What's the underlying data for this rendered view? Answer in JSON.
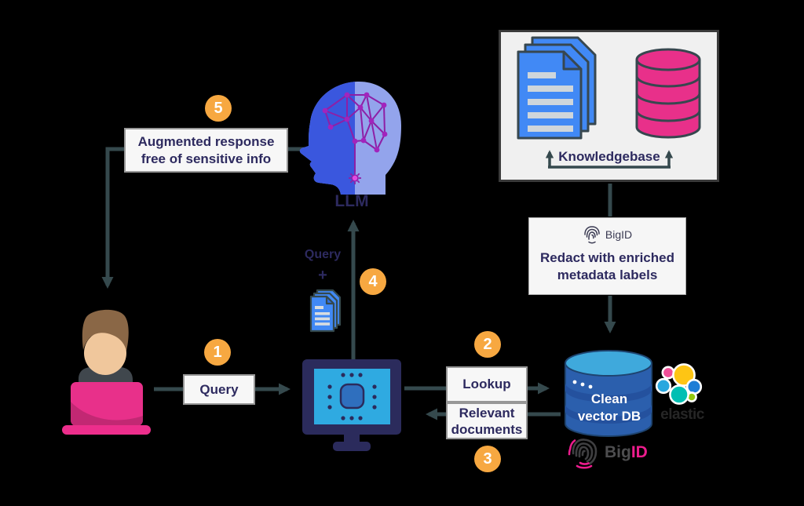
{
  "colors": {
    "background": "#000000",
    "arrow": "#35494D",
    "badge_orange": "#F7A841",
    "navy_text": "#2D2A5F",
    "label_box_fill": "#F7F7F7",
    "pink": "#E8308A",
    "doc_blue": "#4189F5",
    "monitor_navy": "#2B2B5C",
    "screen_blue": "#2FAAE1",
    "db_body_blue": "#2B5FAD",
    "db_top_blue": "#3FA9DC",
    "head_front_blue": "#3A57DE",
    "head_back_blue": "#93A4EC",
    "network_purple": "#8E1FA6",
    "elastic_pink": "#F04E98",
    "elastic_yellow": "#FEC514",
    "elastic_teal": "#00BFB3",
    "elastic_green": "#93C90E",
    "bigid_pink": "#EC1C8D"
  },
  "badges": {
    "step1": "1",
    "step2": "2",
    "step3": "3",
    "step4": "4",
    "step5": "5"
  },
  "labels": {
    "query": "Query",
    "lookup": "Lookup",
    "relevant_line1": "Relevant",
    "relevant_line2": "documents",
    "augmented_line1": "Augmented response",
    "augmented_line2": "free of sensitive info",
    "query_plus_query": "Query",
    "query_plus_sign": "+",
    "llm": "LLM"
  },
  "knowledgebase": {
    "label": "Knowledgebase"
  },
  "redact": {
    "brand": "BigID",
    "line1": "Redact with enriched",
    "line2": "metadata labels"
  },
  "vector_db": {
    "line1": "Clean",
    "line2": "vector DB"
  },
  "logos": {
    "elastic": "elastic",
    "bigid_big": "Big",
    "bigid_id": "ID"
  }
}
